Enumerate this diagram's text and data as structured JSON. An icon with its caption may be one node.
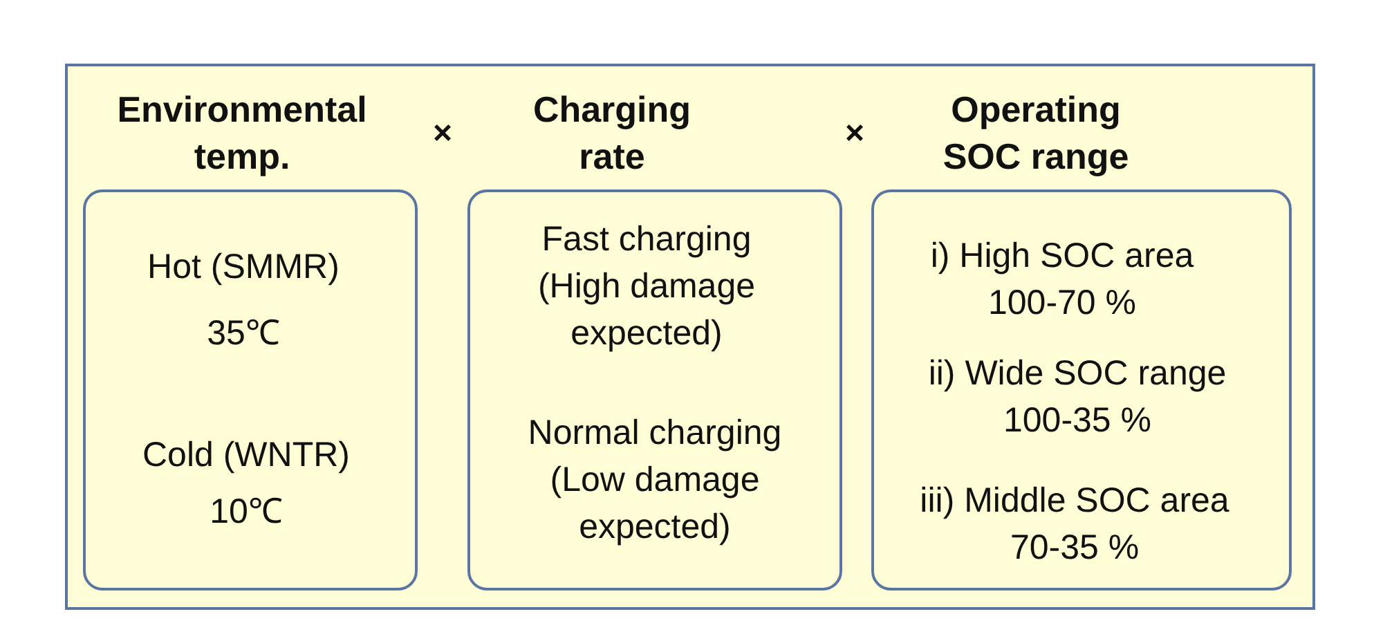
{
  "diagram": {
    "nodes": [
      {
        "text": [],
        "shape": "box"
      },
      {
        "text": [
          "Environmental temp.",
          "Hot (SMMR)",
          "35℃",
          "Cold (WNTR)",
          "10℃"
        ],
        "in": 0
      },
      {
        "text": [
          "Charging rate",
          "Fast charging (High damage expected)",
          "Normal charging (Low damage expected)"
        ],
        "in": 0
      },
      {
        "text": [
          "Operating SOC range",
          "i) High SOC area 100-70 %",
          "ii) Wide SOC range 100-35 %",
          "iii) Middle SOC area 70-35 %"
        ],
        "in": 0
      }
    ],
    "labels": [
      "×",
      "×"
    ]
  }
}
